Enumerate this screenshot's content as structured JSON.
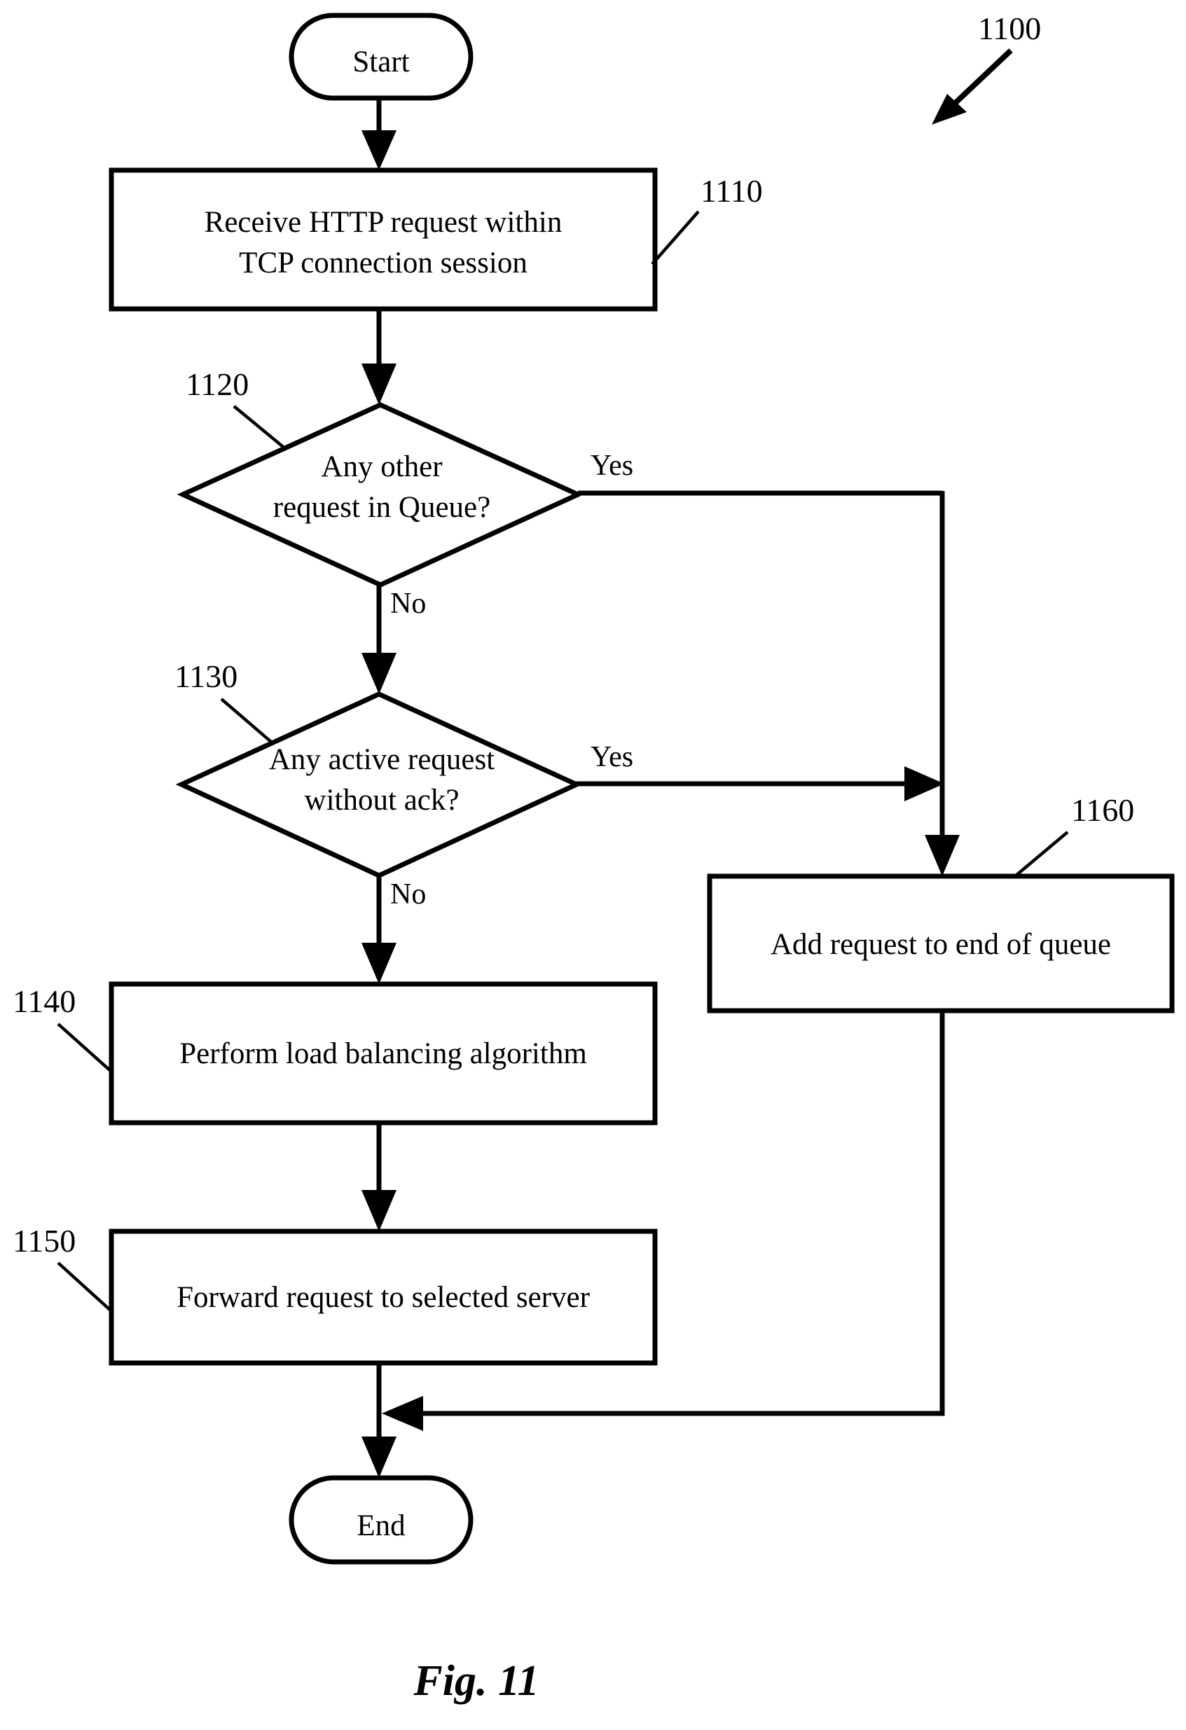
{
  "figure": {
    "caption": "Fig. 11",
    "reference_numeral": "1100"
  },
  "nodes": {
    "start": {
      "label": "Start",
      "ref": ""
    },
    "receive": {
      "line1": "Receive HTTP request within",
      "line2": "TCP connection session",
      "ref": "1110"
    },
    "queue_decision": {
      "line1": "Any other",
      "line2": "request in Queue?",
      "ref": "1120"
    },
    "ack_decision": {
      "line1": "Any active request",
      "line2": "without ack?",
      "ref": "1130"
    },
    "load_balance": {
      "label": "Perform load balancing algorithm",
      "ref": "1140"
    },
    "forward": {
      "label": "Forward request to selected server",
      "ref": "1150"
    },
    "add_queue": {
      "label": "Add request to end of queue",
      "ref": "1160"
    },
    "end": {
      "label": "End",
      "ref": ""
    }
  },
  "branches": {
    "queue_yes": "Yes",
    "queue_no": "No",
    "ack_yes": "Yes",
    "ack_no": "No"
  },
  "colors": {
    "stroke": "#000000",
    "fill": "#ffffff",
    "background": "#ffffff"
  }
}
